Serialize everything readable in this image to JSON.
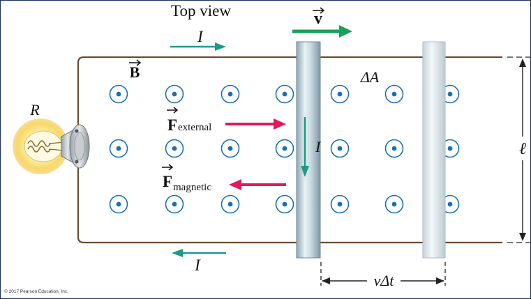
{
  "title": "Top view",
  "labels": {
    "velocity": "v",
    "field": "B",
    "current_top": "I",
    "current_bottom": "I",
    "current_rod": "I",
    "resistor": "R",
    "area": "ΔA",
    "length": "ℓ",
    "displacement": "vΔt",
    "f_external_main": "F",
    "f_external_sub": "external",
    "f_magnetic_main": "F",
    "f_magnetic_sub": "magnetic"
  },
  "copyright": "© 2017 Pearson Education, Inc.",
  "colors": {
    "green_arrow": "#1a9b86",
    "velocity_arrow": "#1aa05a",
    "force_arrow": "#e3185c",
    "field_dot": "#1a6fb8",
    "wire": "#6b4a2e",
    "rod": "#b9cdd6",
    "frame": "#1a2f5a"
  },
  "field_symbols": {
    "rows": 3,
    "columns": 7,
    "direction": "out-of-page"
  }
}
